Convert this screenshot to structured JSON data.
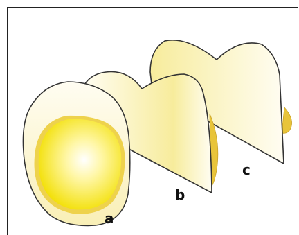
{
  "figure": {
    "labels": {
      "a": "a",
      "b": "b",
      "c": "c"
    },
    "colors": {
      "outline": "#333333",
      "enamel_light": "#fffdf2",
      "enamel_warm": "#f7ec9c",
      "pulp_bright": "#f2df00",
      "pulp_light": "#ffffff",
      "pulp_edge": "#e8c43a"
    }
  }
}
